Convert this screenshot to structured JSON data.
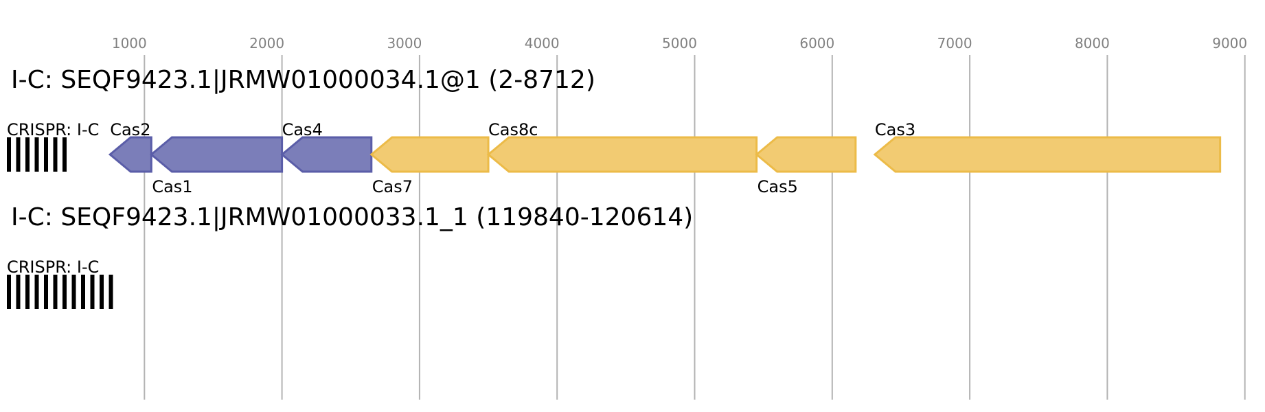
{
  "axis": {
    "ticks": [
      1000,
      2000,
      3000,
      4000,
      5000,
      6000,
      7000,
      8000,
      9000
    ],
    "tick_labels": [
      "1000",
      "2000",
      "3000",
      "4000",
      "5000",
      "6000",
      "7000",
      "8000",
      "9000"
    ]
  },
  "colors": {
    "adaptation": "#7b7eb9",
    "adaptation_stroke": "#5a5da8",
    "interference": "#f2cb72",
    "interference_stroke": "#ecbb48",
    "array": "#000000",
    "grid": "#b3b3b3",
    "tick_text": "#808080"
  },
  "loci": [
    {
      "title": "I-C: SEQF9423.1|JRMW01000034.1@1 (2-8712)",
      "crispr_label": "CRISPR: I-C",
      "crispr_repeats": 7,
      "genes": [
        {
          "name": "Cas2",
          "start": 750,
          "end": 1050,
          "strand": "-",
          "category": "adaptation",
          "label_pos": "above"
        },
        {
          "name": "Cas1",
          "start": 1050,
          "end": 2000,
          "strand": "-",
          "category": "adaptation",
          "label_pos": "below"
        },
        {
          "name": "Cas4",
          "start": 2000,
          "end": 2650,
          "strand": "-",
          "category": "adaptation",
          "label_pos": "above"
        },
        {
          "name": "Cas7",
          "start": 2650,
          "end": 3500,
          "strand": "-",
          "category": "interference",
          "label_pos": "below"
        },
        {
          "name": "Cas8c",
          "start": 3500,
          "end": 5450,
          "strand": "-",
          "category": "interference",
          "label_pos": "above"
        },
        {
          "name": "Cas5",
          "start": 5450,
          "end": 6170,
          "strand": "-",
          "category": "interference",
          "label_pos": "below"
        },
        {
          "name": "Cas3",
          "start": 6310,
          "end": 8820,
          "strand": "-",
          "category": "interference",
          "label_pos": "above"
        }
      ]
    },
    {
      "title": "I-C: SEQF9423.1|JRMW01000033.1_1 (119840-120614)",
      "crispr_label": "CRISPR: I-C",
      "crispr_repeats": 12,
      "genes": []
    }
  ]
}
